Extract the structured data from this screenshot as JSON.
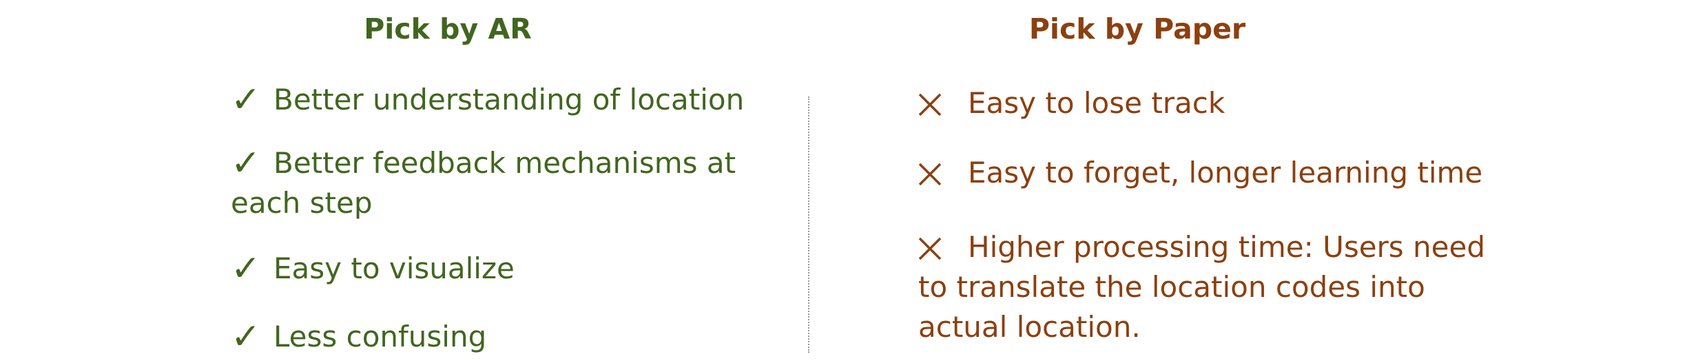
{
  "left": {
    "title": "Pick by AR",
    "check_icon": "checkmark-icon",
    "color": "#41661f",
    "items": [
      {
        "line1": "Better understanding of location",
        "line2": ""
      },
      {
        "line1": "Better feedback mechanisms at",
        "line2": "each step"
      },
      {
        "line1": "Easy to visualize",
        "line2": ""
      },
      {
        "line1": "Less confusing",
        "line2": ""
      }
    ]
  },
  "right": {
    "title": "Pick by Paper",
    "cross_icon": "cross-icon",
    "color": "#8b4010",
    "items": [
      {
        "line1": "Easy to lose track",
        "line2": "",
        "line3": ""
      },
      {
        "line1": "Easy to forget, longer learning time",
        "line2": "",
        "line3": ""
      },
      {
        "line1": "Higher processing time: Users need",
        "line2": "to translate the location codes into",
        "line3": "actual location."
      }
    ]
  }
}
